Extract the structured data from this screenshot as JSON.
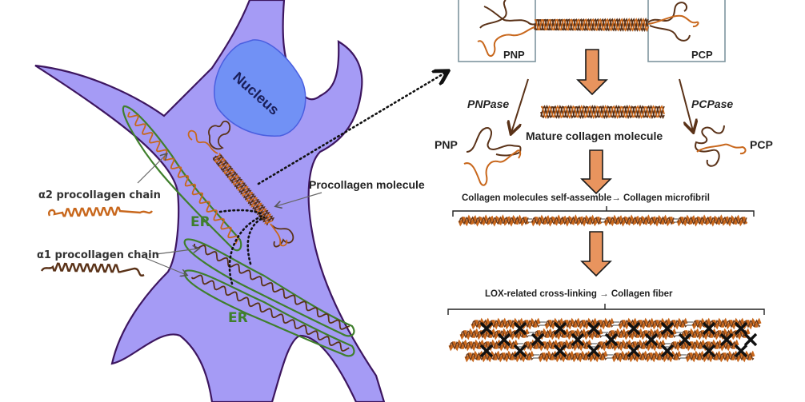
{
  "figure": {
    "cell": {
      "nucleus_label": "Nucleus",
      "er_labels": [
        "ER",
        "ER"
      ],
      "procollagen_molecule_label": "Procollagen molecule",
      "alpha2_chain_label": "α2 procollagen chain",
      "alpha1_chain_label": "α1 procollagen chain"
    },
    "process": {
      "pnp_box_label": "PNP",
      "pcp_box_label": "PCP",
      "pnpase_label": "PNPase",
      "pcpase_label": "PCPase",
      "pnp_fragment_label": "PNP",
      "pcp_fragment_label": "PCP",
      "mature_label": "Mature collagen molecule",
      "microfibril_label": "Collagen molecules self-assemble→ Collagen microfibril",
      "fiber_label": "LOX-related cross-linking → Collagen fiber"
    },
    "colors": {
      "cell_fill": "#a59bf5",
      "cell_outline": "#3d1660",
      "nucleus_fill": "#7191f5",
      "nucleus_outline": "#4a5fe0",
      "er_outline": "#3f7f2c",
      "alpha1_chain": "#5a3218",
      "alpha2_chain": "#c8671c",
      "process_arrow_fill": "#e8945e",
      "box_outline": "#7f959e"
    },
    "crosslink_count": 24
  }
}
